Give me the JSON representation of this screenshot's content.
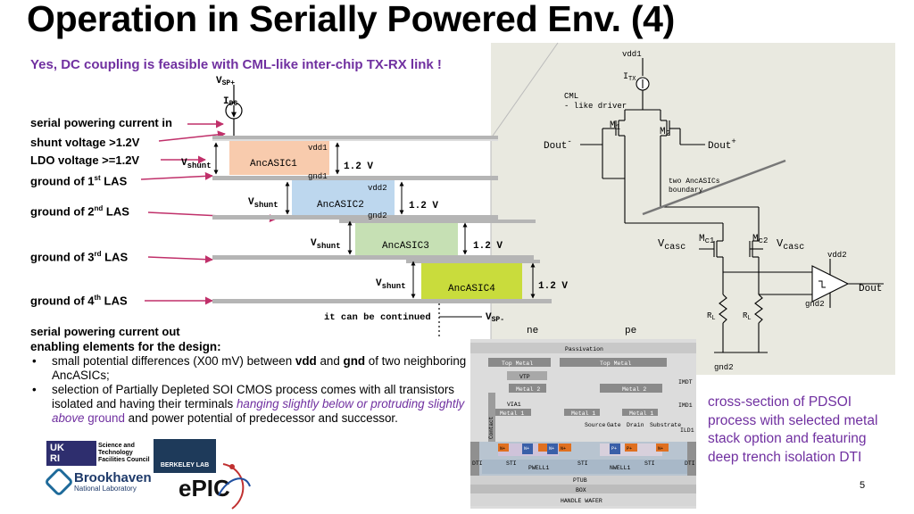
{
  "slide": {
    "title": "Operation in Serially Powered Env. (4)",
    "subtitle": "Yes, DC coupling is feasible with CML-like inter-chip TX-RX link !",
    "page_number": "5"
  },
  "left_labels": {
    "current_in": "serial powering current in",
    "shunt_voltage": "shunt voltage >1.2V",
    "ldo_voltage": "LDO voltage >=1.2V",
    "ground1_pre": "ground of 1",
    "ground1_sup": "st",
    "ground1_post": " LAS",
    "ground2_pre": "ground of 2",
    "ground2_sup": "nd",
    "ground2_post": "  LAS",
    "ground3_pre": "ground of 3",
    "ground3_sup": "rd",
    "ground3_post": "  LAS",
    "ground4_pre": "ground of 4",
    "ground4_sup": "th",
    "ground4_post": " LAS",
    "current_out": "serial powering current out"
  },
  "stack": {
    "vsp_plus": "V",
    "vsp_plus_sub": "SP+",
    "vsp_minus": "V",
    "vsp_minus_sub": "SP-",
    "idc": "I",
    "idc_sub": "DC",
    "vshunt": "V",
    "vshunt_sub": "shunt",
    "vdd1": "vdd1",
    "gnd1": "gnd1",
    "vdd2": "vdd2",
    "gnd2": "gnd2",
    "v12": "1.2 V",
    "chips": [
      "AncASIC1",
      "AncASIC2",
      "AncASIC3",
      "AncASIC4"
    ],
    "continued": "it can be continued",
    "ne": "ne",
    "pe": "pe",
    "colors": {
      "asic1": "#f8cbad",
      "asic2": "#bdd7ee",
      "asic3": "#c6e0b4",
      "asic4": "#c9dc3c"
    }
  },
  "schematic": {
    "vdd1": "vdd1",
    "itx": "I",
    "itx_sub": "TX",
    "cml_line1": "CML",
    "cml_line2": "- like driver",
    "m1": "M",
    "m1_sub": "1",
    "m2": "M",
    "m2_sub": "2",
    "dout_minus": "Dout",
    "dout_minus_sup": "-",
    "dout_plus": "Dout",
    "dout_plus_sup": "+",
    "boundary_line1": "two AncASICs",
    "boundary_line2": "boundary",
    "vcasc": "V",
    "vcasc_sub": "casc",
    "mc1": "M",
    "mc1_sub": "c1",
    "mc2": "M",
    "mc2_sub": "c2",
    "vdd2": "vdd2",
    "dout": "Dout",
    "rl": "R",
    "rl_sub": "L",
    "gnd2": "gnd2"
  },
  "cross_section": {
    "passivation": "Passivation",
    "top_metal": "Top Metal",
    "vtp": "VTP",
    "imdt": "IMDT",
    "metal2": "Metal 2",
    "via1": "VIA1",
    "imd1": "IMD1",
    "metal1": "Metal 1",
    "contact": "Contact",
    "source": "Source",
    "gate": "Gate",
    "drain": "Drain",
    "substrate": "Substrate",
    "ild1": "ILD1",
    "dti": "DTI",
    "sti": "STI",
    "pwell": "PWELL1",
    "nwell": "NWELL1",
    "ptub": "PTUB",
    "box": "BOX",
    "handle": "HANDLE WAFER",
    "nplus": "N+",
    "pplus": "P+"
  },
  "bullets": {
    "header": "enabling elements for the design:",
    "b1_pre": "small potential differences (X00 mV) between ",
    "b1_vdd": "vdd",
    "b1_and": " and ",
    "b1_gnd": "gnd",
    "b1_post": " of two neighboring AncASICs;",
    "b2_pre": "selection of Partially Depleted SOI CMOS process comes with all transistors isolated and having their terminals ",
    "b2_ital": "hanging slightly below or protruding slightly above",
    "b2_mid": " ground",
    "b2_post": " and power potential of predecessor and successor."
  },
  "caption": "cross-section of PDSOI process with selected metal stack option and featuring deep trench isolation DTI",
  "logos": {
    "ukri_a": "UK",
    "ukri_b": "RI",
    "stfc1": "Science and",
    "stfc2": "Technology",
    "stfc3": "Facilities Council",
    "berkeley": "BERKELEY LAB",
    "bnl1": "Brookhaven",
    "bnl2": "National Laboratory",
    "epic": "ePIC"
  }
}
